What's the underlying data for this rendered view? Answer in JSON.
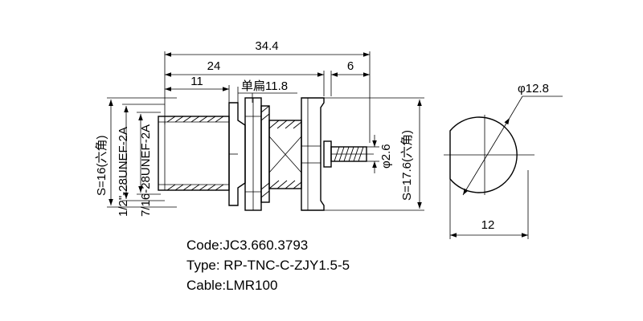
{
  "dimensions": {
    "overall_length": "34.4",
    "body_length": "24",
    "front_length": "11",
    "rear_length": "6",
    "single_flat": "单扁11.8",
    "hex_front": "S=16(六角)",
    "thread_outer": "1/2\"-28UNEF-2A",
    "thread_inner": "7/16-28UNEF-2A",
    "pin_diameter": "φ2.6",
    "hex_rear": "S=17.6(六角)",
    "side_diameter": "φ12.8",
    "side_width": "12"
  },
  "info": {
    "code": "Code:JC3.660.3793",
    "type": "Type: RP-TNC-C-ZJY1.5-5",
    "cable": "Cable:LMR100"
  },
  "colors": {
    "line": "#000000",
    "background": "#ffffff"
  }
}
